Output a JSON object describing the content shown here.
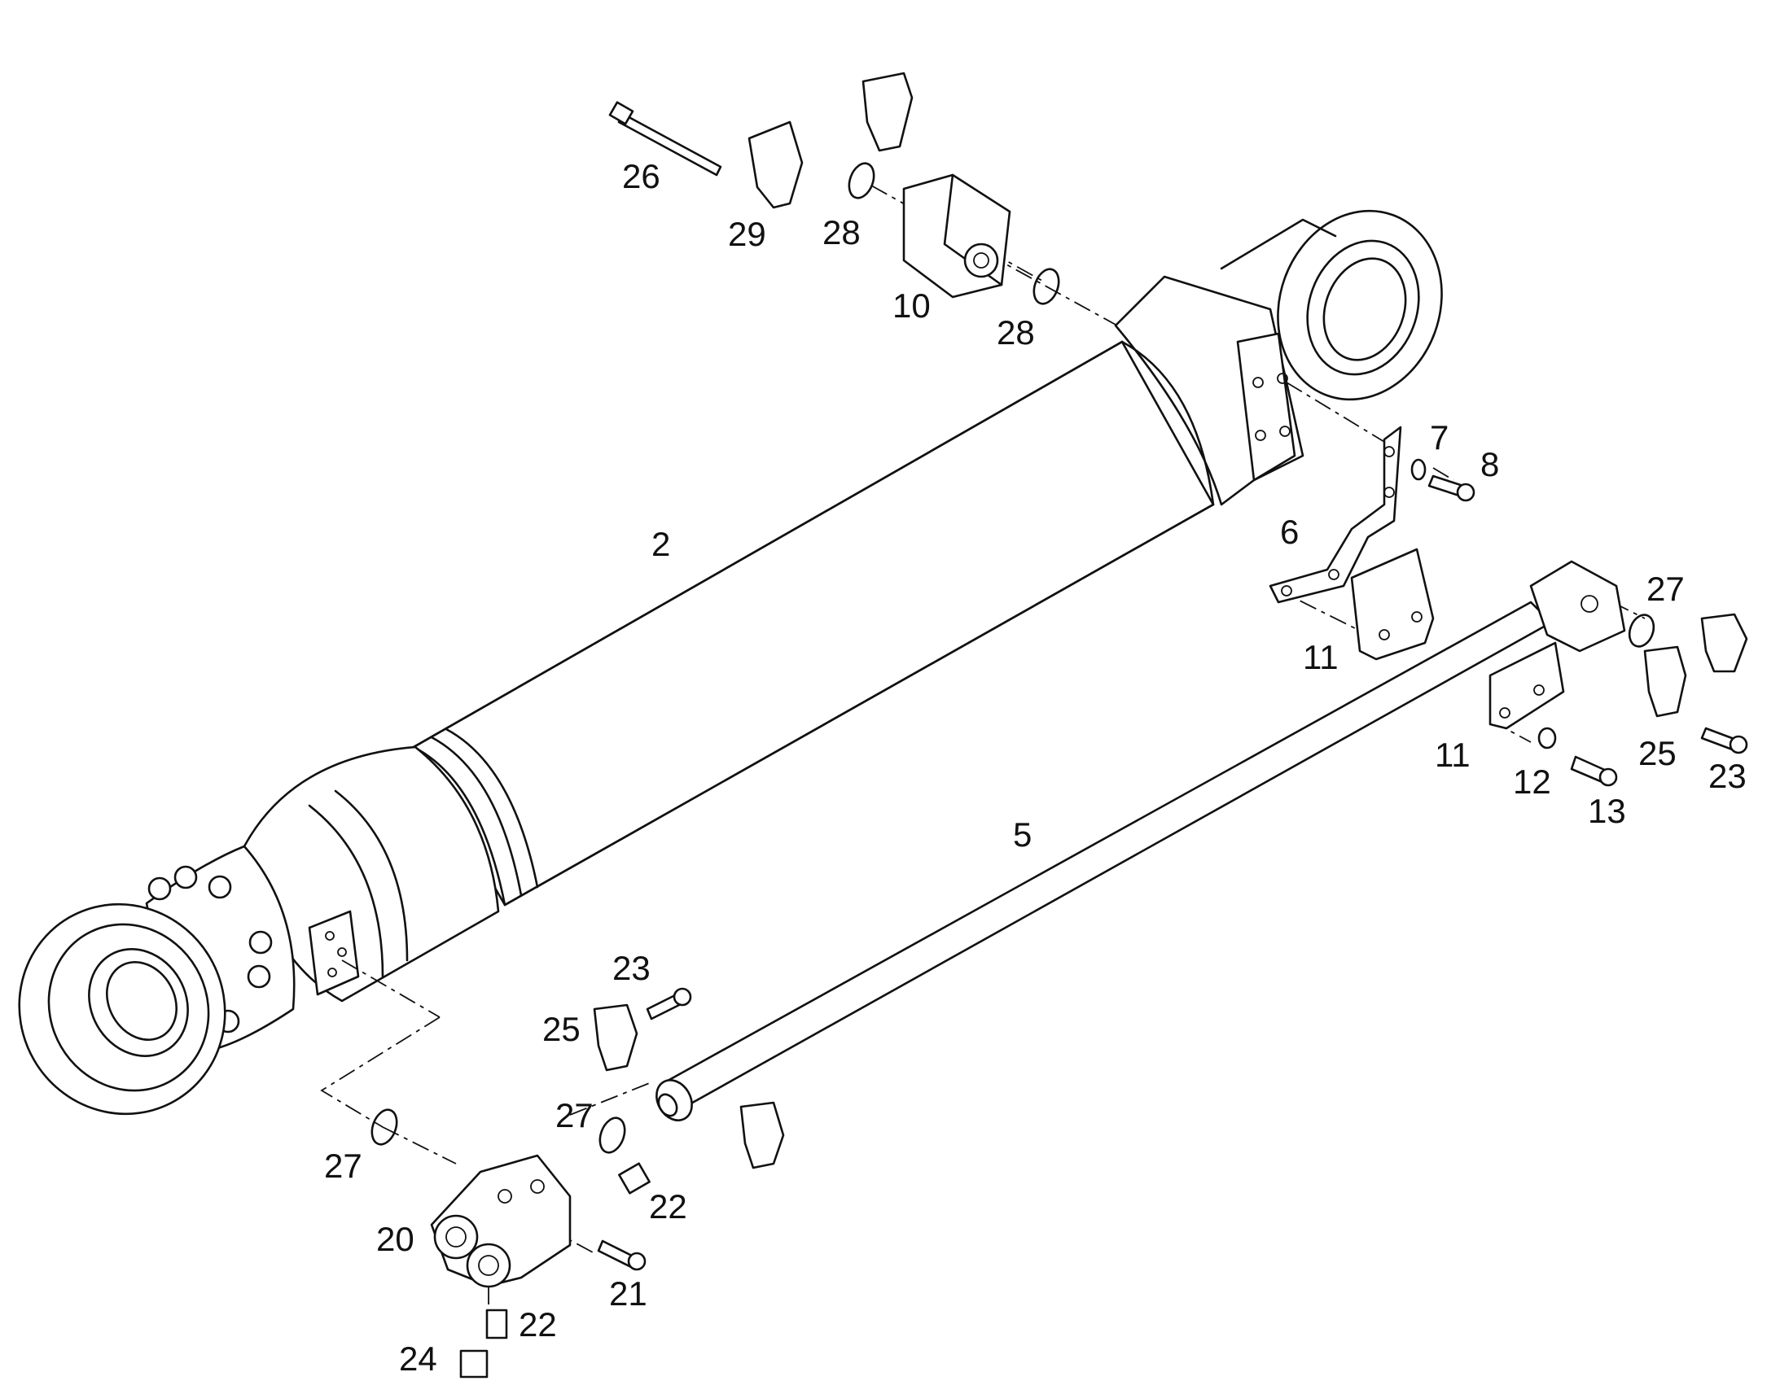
{
  "callouts": {
    "c2": "2",
    "c5": "5",
    "c6": "6",
    "c7": "7",
    "c8": "8",
    "c10": "10",
    "c11a": "11",
    "c11b": "11",
    "c12": "12",
    "c13": "13",
    "c20": "20",
    "c21": "21",
    "c22a": "22",
    "c22b": "22",
    "c23a": "23",
    "c23b": "23",
    "c24": "24",
    "c25a": "25",
    "c25b": "25",
    "c26": "26",
    "c27a": "27",
    "c27b": "27",
    "c27c": "27",
    "c28a": "28",
    "c28b": "28",
    "c29": "29"
  }
}
